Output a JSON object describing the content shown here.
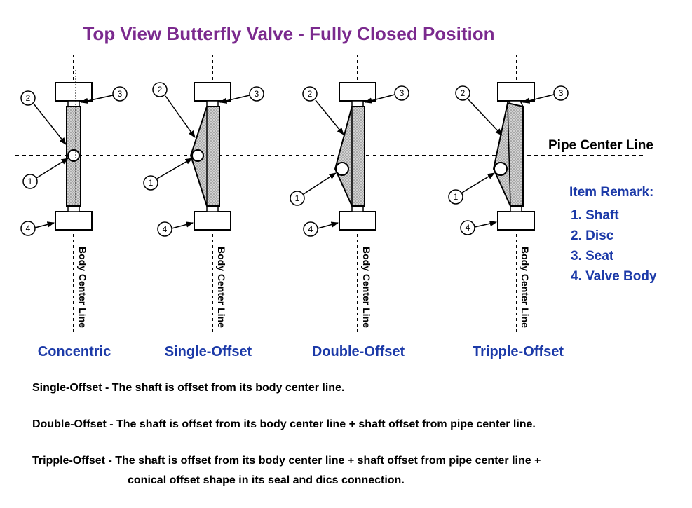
{
  "title": "Top View Butterfly Valve - Fully Closed Position",
  "pipe_center_line": "Pipe Center Line",
  "body_center_line": "Body Center Line",
  "part_numbers": [
    "1",
    "2",
    "3",
    "4"
  ],
  "item_remark": {
    "heading": "Item Remark:",
    "items": [
      "1. Shaft",
      "2. Disc",
      "3. Seat",
      "4. Valve Body"
    ]
  },
  "valves": [
    {
      "name": "Concentric"
    },
    {
      "name": "Single-Offset"
    },
    {
      "name": "Double-Offset"
    },
    {
      "name": "Tripple-Offset"
    }
  ],
  "descriptions": [
    "Single-Offset - The shaft is offset from its body center line.",
    "Double-Offset - The shaft is offset from its body center line + shaft offset from pipe center line.",
    "Tripple-Offset - The shaft is offset from its body center line + shaft offset from pipe center line +",
    "conical offset shape in its seal and dics connection."
  ],
  "colors": {
    "title": "#7b2a8e",
    "label_blue": "#1c3aa8",
    "disc_fill": "#c4c4c4"
  }
}
